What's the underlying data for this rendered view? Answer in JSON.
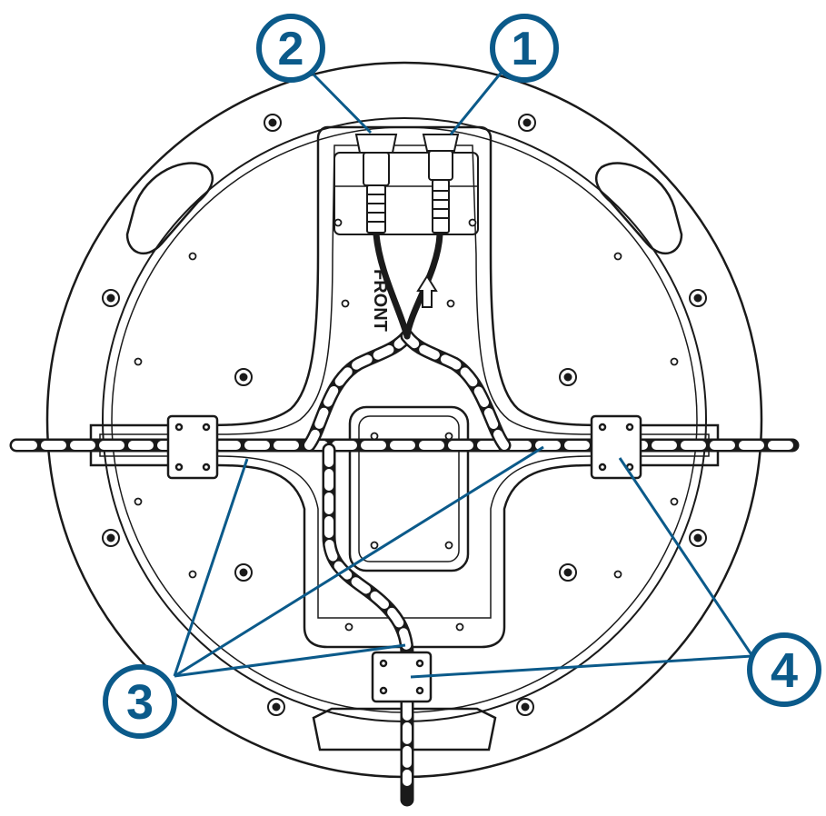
{
  "diagram": {
    "line_color": "#1a1a1a",
    "callout_color": "#0b5a8a",
    "fill_color": "#ffffff",
    "front_label": "FRONT",
    "arrow_icon": "up-arrow-icon",
    "callouts": [
      {
        "id": "callout-1",
        "number": "1"
      },
      {
        "id": "callout-2",
        "number": "2"
      },
      {
        "id": "callout-3",
        "number": "3"
      },
      {
        "id": "callout-4",
        "number": "4"
      }
    ]
  }
}
